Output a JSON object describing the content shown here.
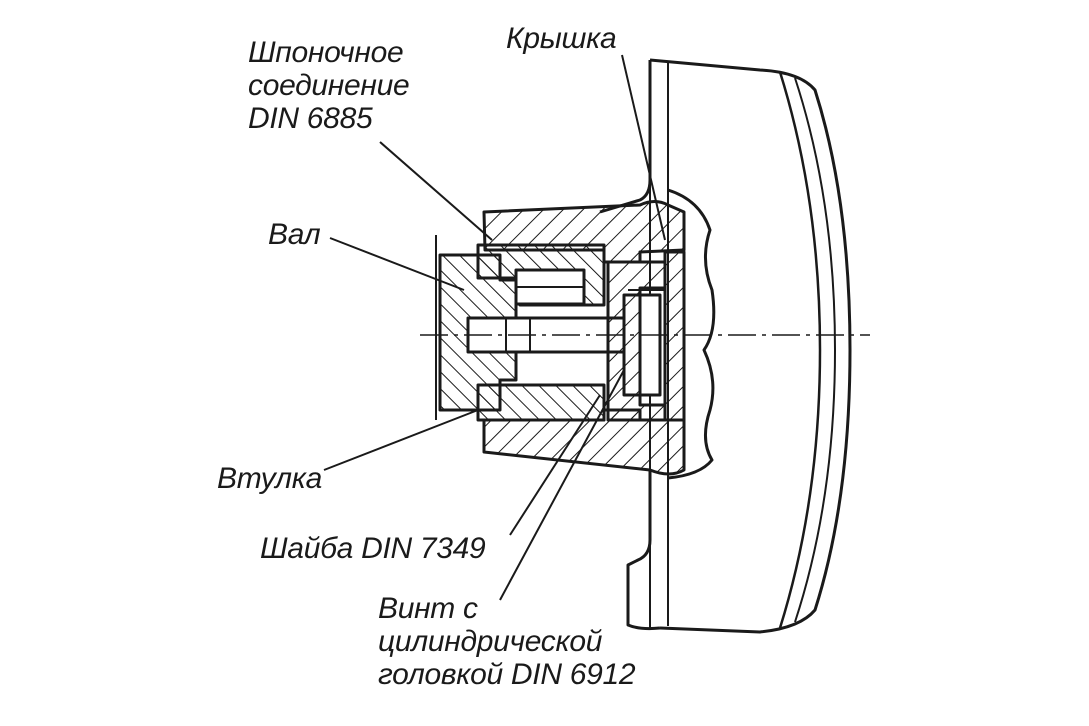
{
  "labels": {
    "key_connection": [
      "Шпоночное",
      "соединение",
      "DIN 6885"
    ],
    "cover": "Крышка",
    "shaft": "Вал",
    "bushing": "Втулка",
    "washer": "Шайба DIN 7349",
    "screw": [
      "Винт с",
      "цилиндрической",
      "головкой DIN 6912"
    ]
  },
  "colors": {
    "ink": "#1a1a1a",
    "background": "#ffffff"
  }
}
